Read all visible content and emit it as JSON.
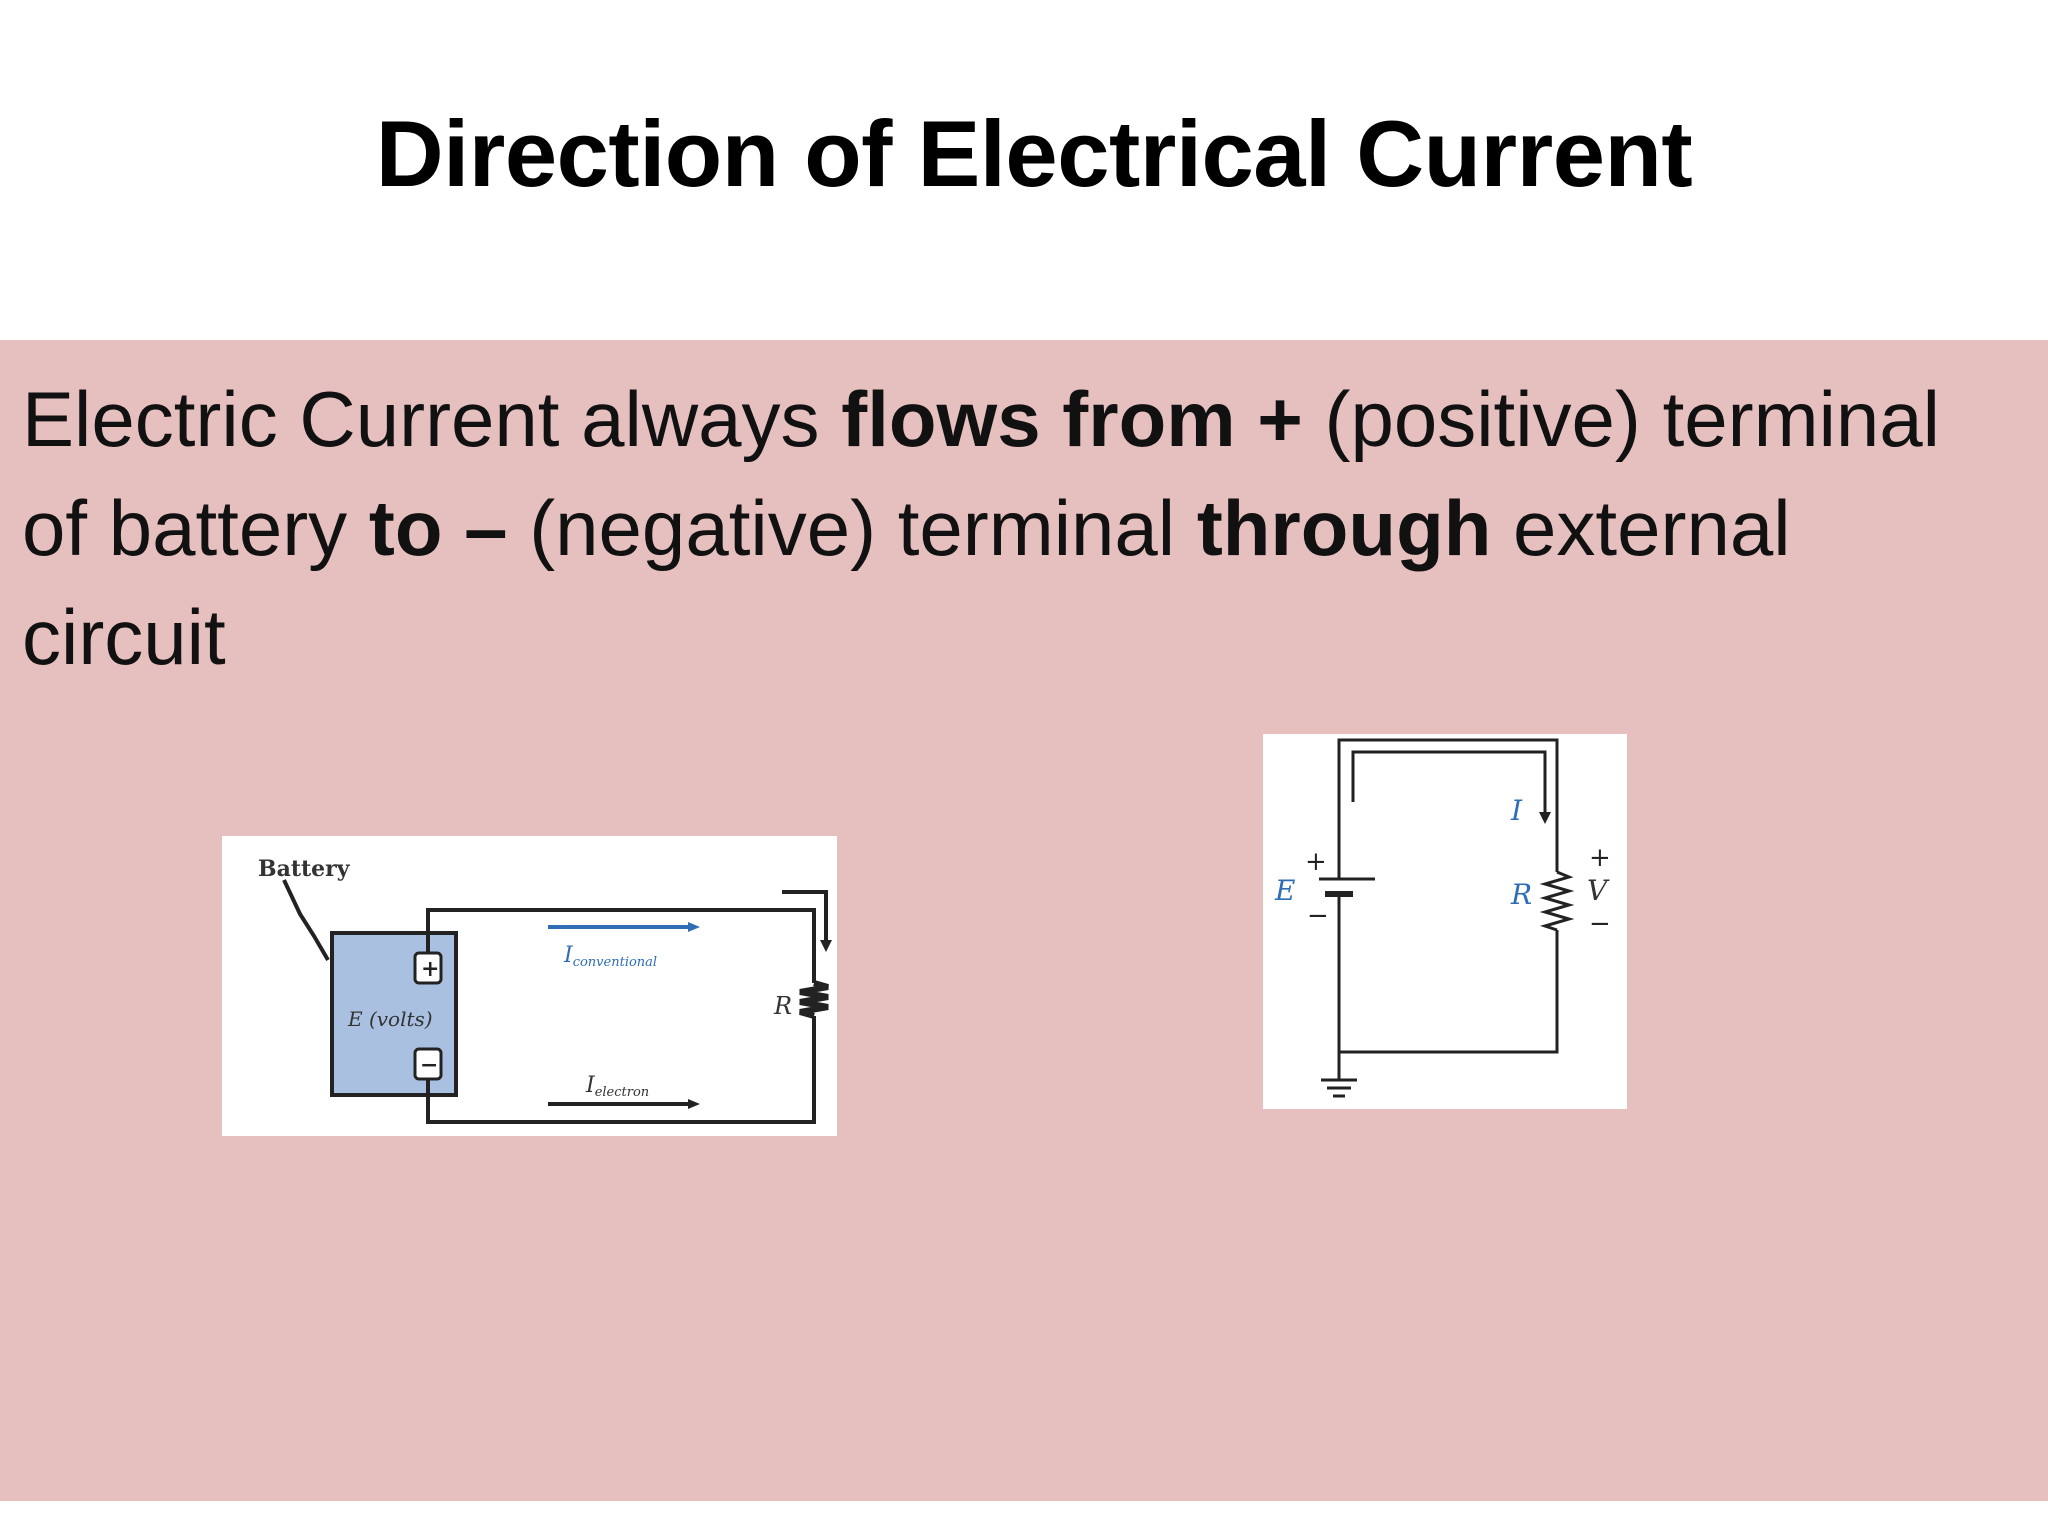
{
  "slide": {
    "title": "Direction of Electrical Current",
    "body": {
      "t1": "Electric Current always ",
      "b1": "flows from +",
      "t2": " (positive) terminal of battery ",
      "b2": "to –",
      "t3": " (negative) terminal ",
      "b3": "through",
      "t4": " external circuit"
    }
  },
  "figure_left": {
    "battery_label": "Battery",
    "emf_label": "E (volts)",
    "plus_terminal": "+",
    "minus_terminal": "−",
    "conventional_label": "I",
    "conventional_sub": "conventional",
    "electron_label": "I",
    "electron_sub": "electron",
    "resistor_label": "R"
  },
  "figure_right": {
    "source_label": "E",
    "source_plus": "+",
    "source_minus": "−",
    "current_label": "I",
    "resistor_label": "R",
    "voltage_label": "V",
    "voltage_plus": "+",
    "voltage_minus": "−"
  },
  "colors": {
    "content_background": "#e6bfbf",
    "battery_fill": "#a9c0e0",
    "conventional_arrow": "#2f6db5",
    "label_blue": "#2f6db5"
  }
}
